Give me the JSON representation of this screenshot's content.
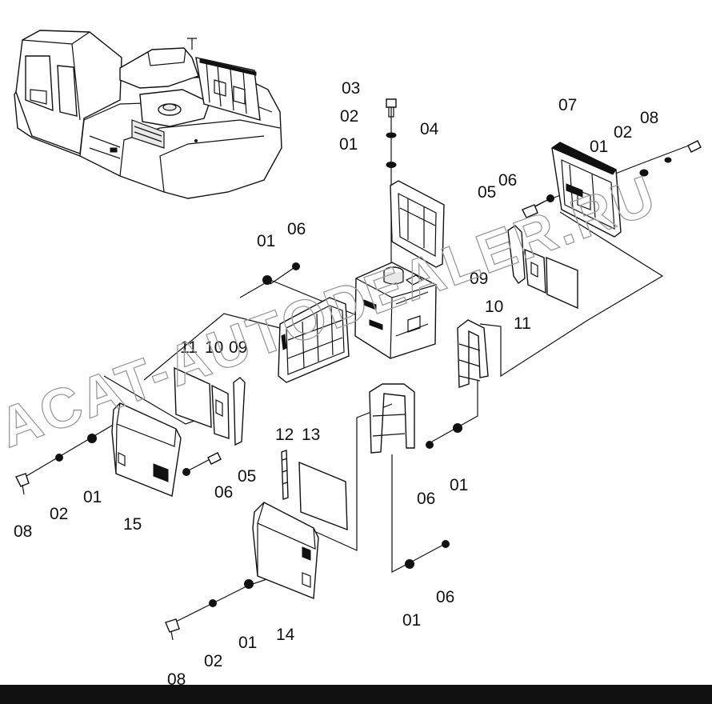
{
  "watermark": "ACAT-AUTODEALER.RU",
  "callouts": {
    "c01_top": "01",
    "c02_top": "02",
    "c03_top": "03",
    "c04": "04",
    "c07": "07",
    "c08_tr": "08",
    "c02_tr": "02",
    "c01_tr": "01",
    "c06_tr": "06",
    "c05_tr": "05",
    "c09_r": "09",
    "c10_r": "10",
    "c11_r": "11",
    "c01_ml": "01",
    "c06_ml": "06",
    "c11_l": "11",
    "c10_l": "10",
    "c09_l": "09",
    "c12": "12",
    "c13": "13",
    "c05_l": "05",
    "c06_l": "06",
    "c01_l": "01",
    "c02_l": "02",
    "c08_l": "08",
    "c15": "15",
    "c06_rl": "06",
    "c01_rl": "01",
    "c01_b": "01",
    "c06_b": "06",
    "c14": "14",
    "c01_bl": "01",
    "c02_bl": "02",
    "c08_bl": "08"
  },
  "colors": {
    "line": "#111111",
    "watermark": "#9a9a9a",
    "bar": "#111111"
  }
}
